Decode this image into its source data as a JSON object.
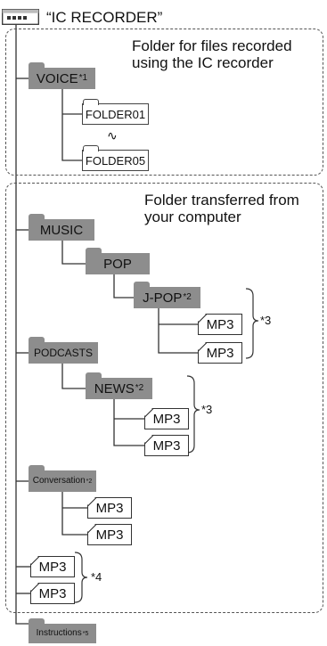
{
  "root": {
    "icon": "memory-drive-icon",
    "label": "“IC RECORDER”"
  },
  "groups": {
    "recorded": {
      "note": "Folder for files recorded\nusing the IC recorder"
    },
    "transferred": {
      "note": "Folder transferred from\nyour computer"
    }
  },
  "folders": {
    "voice": "VOICE",
    "voice_ref": "*1",
    "folder01": "FOLDER01",
    "folder05": "FOLDER05",
    "music": "MUSIC",
    "pop": "POP",
    "jpop": "J-POP",
    "jpop_ref": "*2",
    "podcasts": "PODCASTS",
    "news": "NEWS",
    "news_ref": "*2",
    "conversation": "Conversation",
    "conversation_ref": "*2",
    "instructions": "Instructions",
    "instructions_ref": "*5"
  },
  "file_label": "MP3",
  "braces": {
    "jpop": "*3",
    "news": "*3",
    "root_files": "*4"
  },
  "colors": {
    "folder_fill": "#8d8d8d",
    "line": "#333333",
    "dashed": "#555555"
  }
}
